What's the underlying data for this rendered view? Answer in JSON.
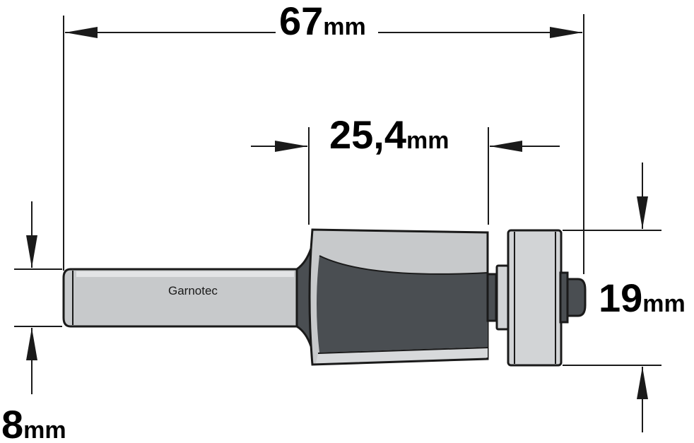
{
  "brand": "Garnotec",
  "dimensions": {
    "overall_length": {
      "value": "67",
      "unit": "mm"
    },
    "cutting_length": {
      "value": "25,4",
      "unit": "mm"
    },
    "bearing_diameter": {
      "value": "19",
      "unit": "mm"
    },
    "shank_diameter": {
      "value": "8",
      "unit": "mm"
    }
  },
  "colors": {
    "line": "#1a1a1a",
    "shank": "#c7c9cb",
    "body_light": "#c7c9cb",
    "body_dark": "#4a4e52",
    "bearing": "#d2d4d6"
  }
}
